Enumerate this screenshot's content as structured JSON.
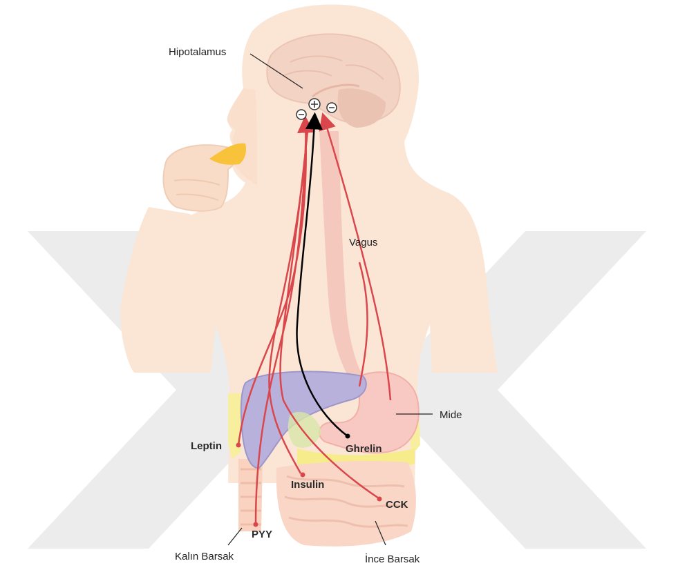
{
  "labels": {
    "hypothalamus": "Hipotalamus",
    "vagus": "Vagus",
    "stomach": "Mide",
    "leptin": "Leptin",
    "ghrelin": "Ghrelin",
    "insulin": "Insulin",
    "cck": "CCK",
    "pyy": "PYY",
    "large_intestine": "Kalın Barsak",
    "small_intestine": "İnce Barsak"
  },
  "signs": {
    "plus": "+",
    "minus": "−"
  },
  "colors": {
    "skin": "#fbe6d6",
    "skin_edge": "#f3d2bb",
    "brain": "#f2d3c4",
    "liver": "#b7b1dc",
    "stomach": "#f8c8c2",
    "intestine": "#f9d6c6",
    "fat": "#f8ef9e",
    "nerve": "#d9464b",
    "ghrelin_arrow": "#000000",
    "watermark": "#ececec"
  }
}
